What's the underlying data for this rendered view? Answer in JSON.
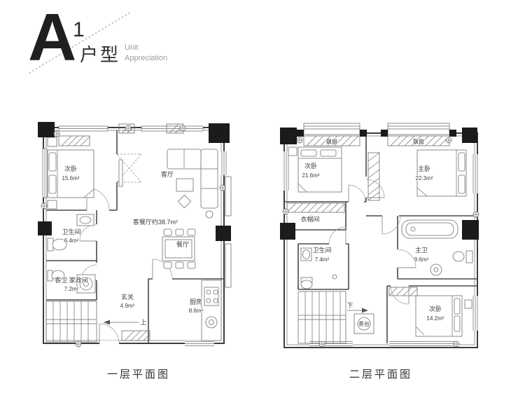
{
  "header": {
    "letter": "A",
    "superscript": "1",
    "unit_label": "户型",
    "subtitle": [
      "Unit",
      "Appreciation"
    ]
  },
  "plans": {
    "floor1": {
      "caption": "一层平面图",
      "labels": {
        "bedroom2": {
          "name": "次卧",
          "area": "15.6m²"
        },
        "living": {
          "name": "客厅"
        },
        "living_dining": {
          "name": "客餐厅约38.7m²"
        },
        "bath": {
          "name": "卫生间",
          "area": "6.4m²"
        },
        "guest_bath": {
          "name": "客卫 家政间",
          "area": "7.2m²"
        },
        "dining": {
          "name": "餐厅"
        },
        "foyer": {
          "name": "玄关",
          "area": "4.9m²"
        },
        "kitchen": {
          "name": "厨房",
          "area": "8.6m²"
        },
        "stairs_dir": {
          "name": "上"
        }
      }
    },
    "floor2": {
      "caption": "二层平面图",
      "labels": {
        "bay1": {
          "name": "飘窗"
        },
        "bay2": {
          "name": "飘窗"
        },
        "bedroom2": {
          "name": "次卧",
          "area": "21.6m²"
        },
        "master": {
          "name": "主卧",
          "area": "22.3m²"
        },
        "closet": {
          "name": "衣帽间"
        },
        "bath": {
          "name": "卫生间",
          "area": "7.4m²"
        },
        "master_bath": {
          "name": "主卫",
          "area": "9.6m²"
        },
        "bedroom3": {
          "name": "次卧",
          "area": "14.2m²"
        },
        "stairs_dir": {
          "name": "下"
        },
        "tea": {
          "name": "茶台"
        }
      }
    }
  }
}
